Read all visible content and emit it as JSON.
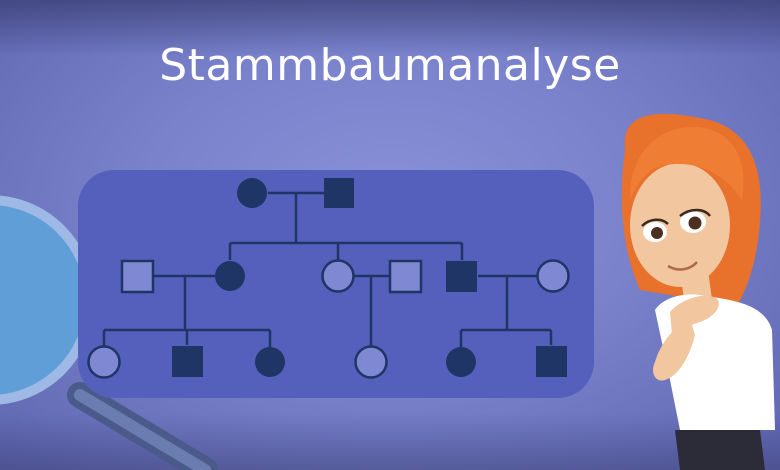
{
  "header": {
    "title": "Stammbaumanalyse"
  },
  "colors": {
    "panel": "#5560bd",
    "symbol_filled": "#1e3566",
    "symbol_outline": "#1e3566",
    "symbol_empty_fill": "#7f88d2",
    "hair": "#e8712c",
    "magnifier_lens": "#5f9ed6"
  },
  "pedigree": {
    "individuals": [
      {
        "id": "I1",
        "sex": "female",
        "affected": true,
        "generation": 1
      },
      {
        "id": "I2",
        "sex": "male",
        "affected": true,
        "generation": 1
      },
      {
        "id": "II1",
        "sex": "male",
        "affected": false,
        "generation": 2
      },
      {
        "id": "II2",
        "sex": "female",
        "affected": true,
        "generation": 2
      },
      {
        "id": "II3",
        "sex": "female",
        "affected": false,
        "generation": 2
      },
      {
        "id": "II4",
        "sex": "male",
        "affected": false,
        "generation": 2
      },
      {
        "id": "II5",
        "sex": "male",
        "affected": true,
        "generation": 2
      },
      {
        "id": "II6",
        "sex": "female",
        "affected": false,
        "generation": 2
      },
      {
        "id": "III1",
        "sex": "female",
        "affected": false,
        "generation": 3
      },
      {
        "id": "III2",
        "sex": "male",
        "affected": true,
        "generation": 3
      },
      {
        "id": "III3",
        "sex": "female",
        "affected": true,
        "generation": 3
      },
      {
        "id": "III4",
        "sex": "female",
        "affected": false,
        "generation": 3
      },
      {
        "id": "III5",
        "sex": "female",
        "affected": true,
        "generation": 3
      },
      {
        "id": "III6",
        "sex": "male",
        "affected": true,
        "generation": 3
      }
    ]
  }
}
